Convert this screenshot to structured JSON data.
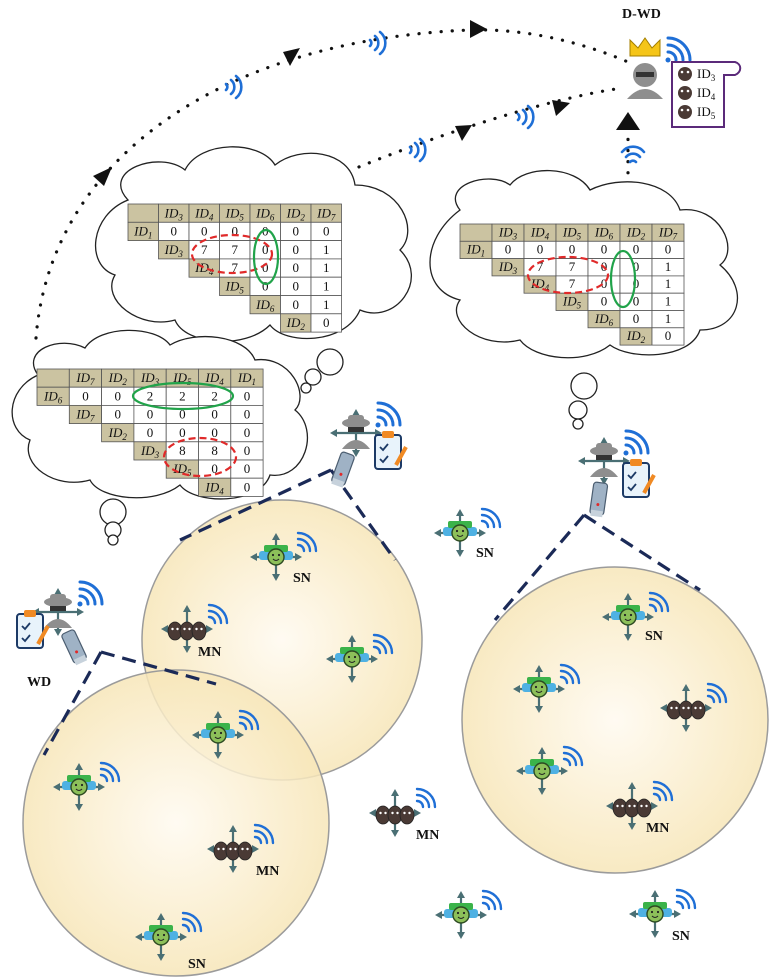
{
  "labels": {
    "dwd": "D-WD",
    "wd": "WD",
    "sn": "SN",
    "mn": "MN"
  },
  "dwd_list": [
    "ID3",
    "ID4",
    "ID5"
  ],
  "tables": [
    {
      "id": "table-top-left",
      "cols": [
        "ID3",
        "ID4",
        "ID5",
        "ID6",
        "ID2",
        "ID7"
      ],
      "rows": [
        {
          "label": "ID1",
          "cells": [
            "0",
            "0",
            "0",
            "0",
            "0",
            "0"
          ]
        },
        {
          "label": "ID3",
          "cells": [
            "7",
            "7",
            "0",
            "0",
            "1"
          ]
        },
        {
          "label": "ID4",
          "cells": [
            "7",
            "0",
            "0",
            "1"
          ]
        },
        {
          "label": "ID5",
          "cells": [
            "0",
            "0",
            "1"
          ]
        },
        {
          "label": "ID6",
          "cells": [
            "0",
            "1"
          ]
        },
        {
          "label": "ID2",
          "cells": [
            "0"
          ]
        }
      ]
    },
    {
      "id": "table-top-right",
      "cols": [
        "ID3",
        "ID4",
        "ID5",
        "ID6",
        "ID2",
        "ID7"
      ],
      "rows": [
        {
          "label": "ID1",
          "cells": [
            "0",
            "0",
            "0",
            "0",
            "0",
            "0"
          ]
        },
        {
          "label": "ID3",
          "cells": [
            "7",
            "7",
            "0",
            "0",
            "1"
          ]
        },
        {
          "label": "ID4",
          "cells": [
            "7",
            "0",
            "0",
            "1"
          ]
        },
        {
          "label": "ID5",
          "cells": [
            "0",
            "0",
            "1"
          ]
        },
        {
          "label": "ID6",
          "cells": [
            "0",
            "1"
          ]
        },
        {
          "label": "ID2",
          "cells": [
            "0"
          ]
        }
      ]
    },
    {
      "id": "table-left",
      "cols": [
        "ID7",
        "ID2",
        "ID3",
        "ID5",
        "ID4",
        "ID1"
      ],
      "rows": [
        {
          "label": "ID6",
          "cells": [
            "0",
            "0",
            "2",
            "2",
            "2",
            "0"
          ]
        },
        {
          "label": "ID7",
          "cells": [
            "0",
            "0",
            "0",
            "0",
            "0"
          ]
        },
        {
          "label": "ID2",
          "cells": [
            "0",
            "0",
            "0",
            "0"
          ]
        },
        {
          "label": "ID3",
          "cells": [
            "8",
            "8",
            "0"
          ]
        },
        {
          "label": "ID5",
          "cells": [
            "0",
            "0"
          ]
        },
        {
          "label": "ID4",
          "cells": [
            "0"
          ]
        }
      ]
    }
  ],
  "colors": {
    "header_fill": "#cbc3a1",
    "circle_fill": "#fbefc7",
    "circle_edge": "#9b9b9b",
    "dash_line": "#1b2a57",
    "wifi": "#1f6fd6",
    "green_oval": "#21a34a",
    "red_oval": "#e02a2a",
    "list_border": "#5b2a7a"
  }
}
